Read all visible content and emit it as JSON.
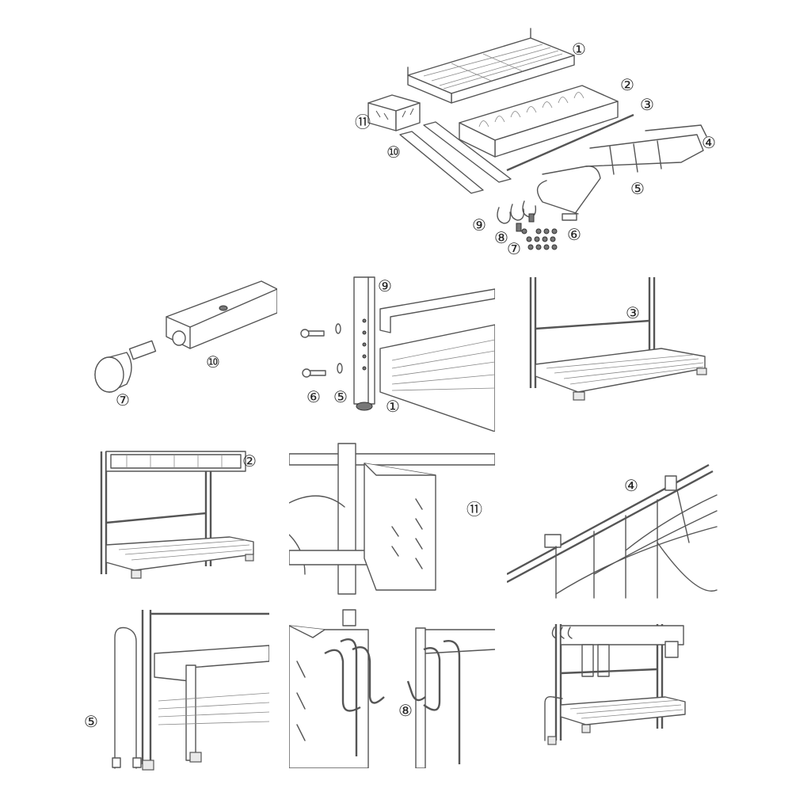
{
  "overview": {
    "labels": {
      "l1": "①",
      "l2": "②",
      "l3": "③",
      "l4": "④",
      "l5": "⑤",
      "l6": "⑥",
      "l7": "⑦",
      "l8": "⑧",
      "l9": "⑨",
      "l10": "⑩",
      "l11": "⑪"
    }
  },
  "steps": [
    {
      "labels": [
        "⑦",
        "⑩"
      ]
    },
    {
      "labels": [
        "⑨",
        "⑥",
        "⑤",
        "①"
      ]
    },
    {
      "labels": [
        "③"
      ]
    },
    {
      "labels": [
        "②"
      ]
    },
    {
      "labels": [
        "⑪"
      ]
    },
    {
      "labels": [
        "④"
      ]
    },
    {
      "labels": [
        "⑤"
      ]
    },
    {
      "labels": [
        "⑧"
      ]
    },
    {
      "labels": []
    }
  ]
}
